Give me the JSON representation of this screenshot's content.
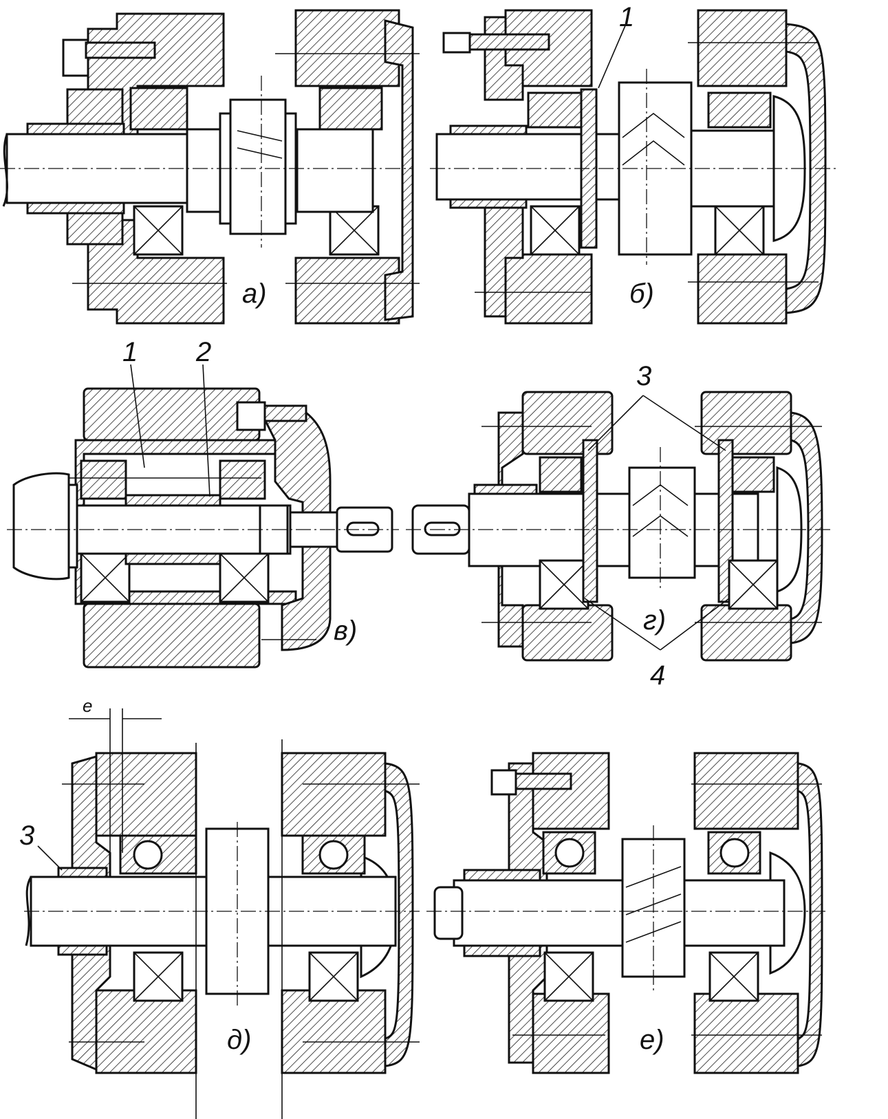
{
  "panels": [
    {
      "label": "а)"
    },
    {
      "label": "б)"
    },
    {
      "label": "в)"
    },
    {
      "label": "г)"
    },
    {
      "label": "д)"
    },
    {
      "label": "е)"
    }
  ],
  "callouts": {
    "b_1": "1",
    "v_1": "1",
    "v_2": "2",
    "g_3": "3",
    "g_4": "4",
    "d_3": "3",
    "d_e": "e"
  }
}
